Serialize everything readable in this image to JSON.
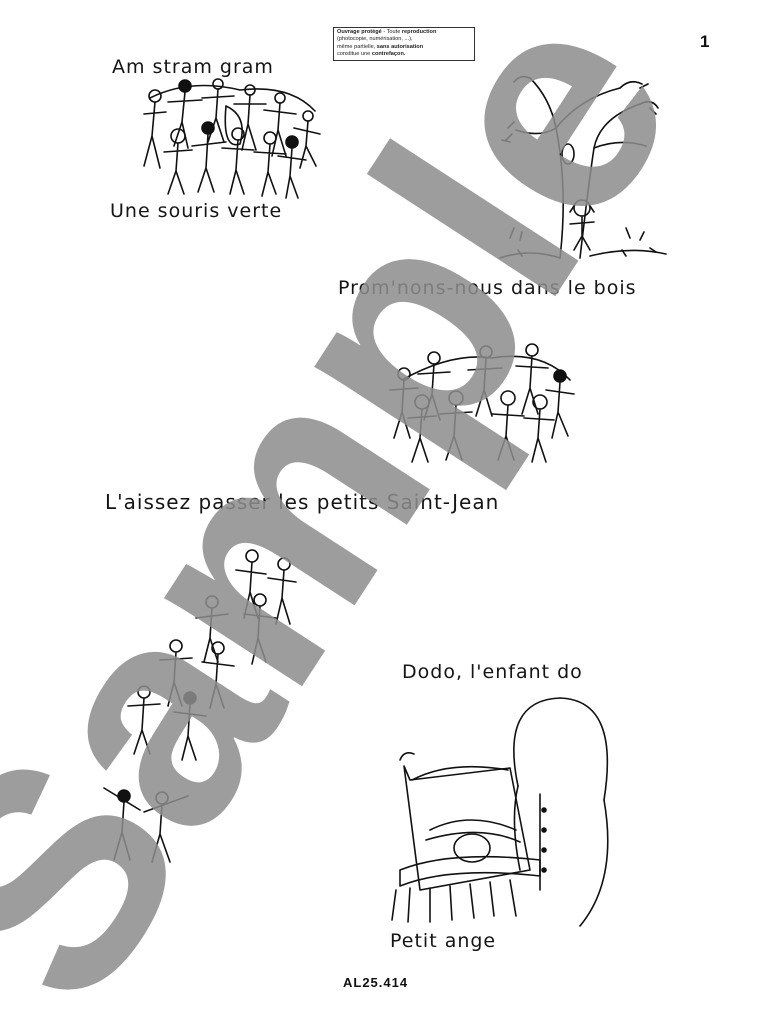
{
  "notice": {
    "line1_bold": "Ouvrage protégé",
    "line1_rest": " - Toute ",
    "line1_bold2": "reproduction",
    "line2": "(photocopie, numérisation, ...),",
    "line3_rest": "même partielle, ",
    "line3_bold": "sans autorisation",
    "line4_rest": "constitue une ",
    "line4_bold": "contrefaçon."
  },
  "page_number": "1",
  "songs": {
    "s1": "Am stram gram",
    "s2": "Une souris verte",
    "s3": "Prom'nons-nous dans le bois",
    "s4": "L'aissez passer les petits Saint-Jean",
    "s5": "Dodo, l'enfant do",
    "s6": "Petit ange"
  },
  "footer_code": "AL25.414",
  "watermark": "Sample"
}
